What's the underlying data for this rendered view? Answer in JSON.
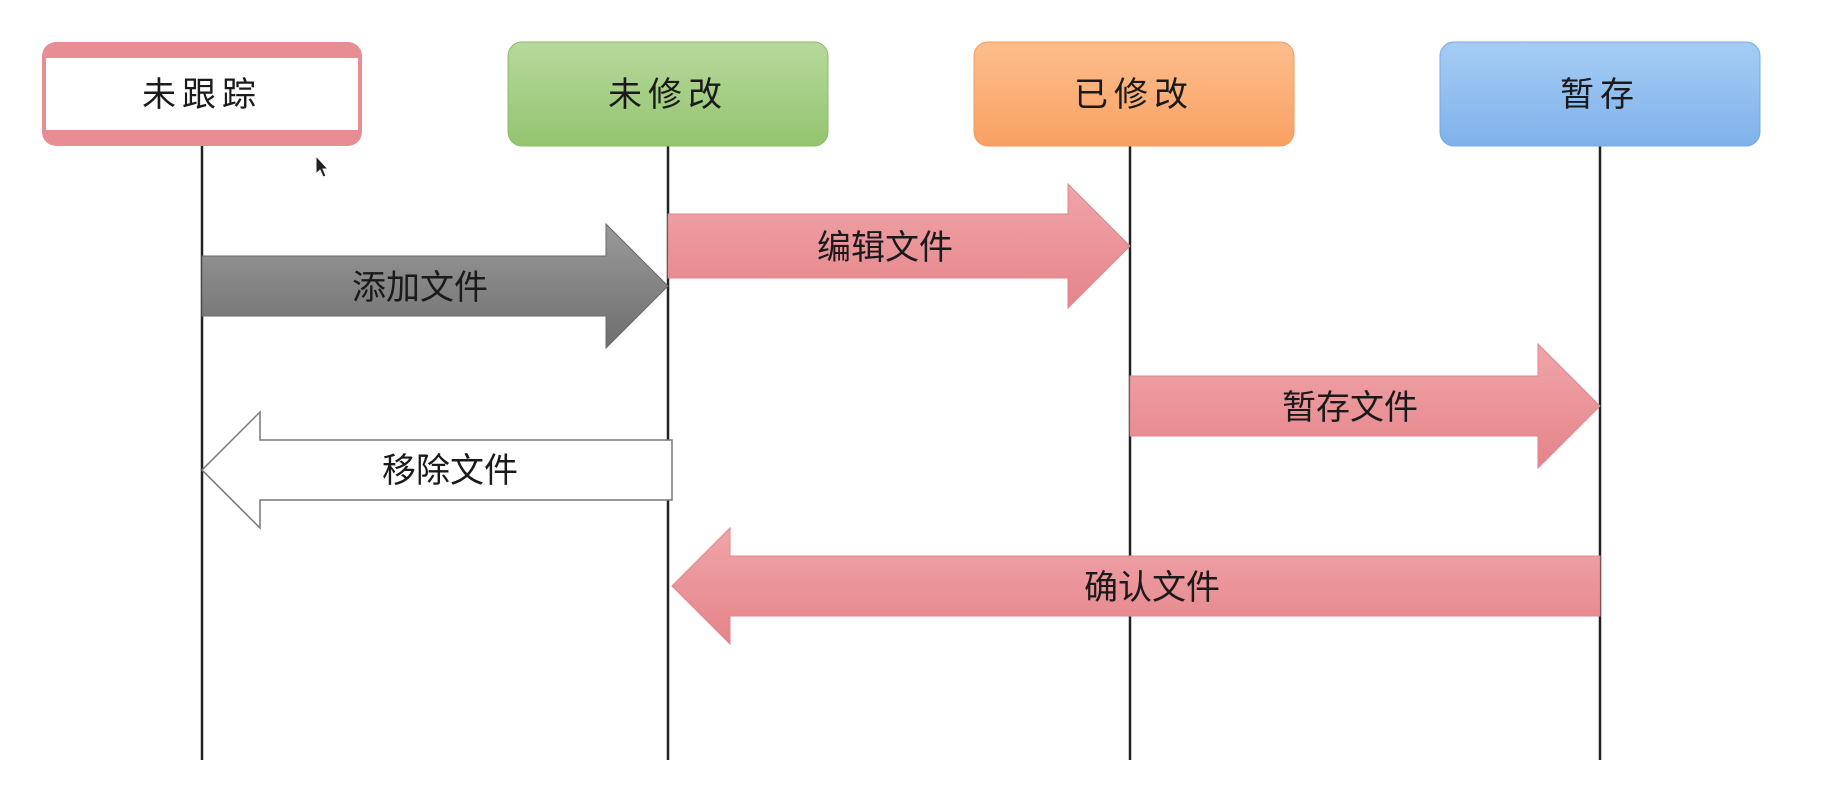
{
  "states": [
    {
      "id": "untracked",
      "label": "未跟踪"
    },
    {
      "id": "unmodified",
      "label": "未修改"
    },
    {
      "id": "modified",
      "label": "已修改"
    },
    {
      "id": "staged",
      "label": "暂存"
    }
  ],
  "transitions": [
    {
      "id": "add",
      "label": "添加文件",
      "from": "untracked",
      "to": "unmodified"
    },
    {
      "id": "edit",
      "label": "编辑文件",
      "from": "unmodified",
      "to": "modified"
    },
    {
      "id": "stage",
      "label": "暂存文件",
      "from": "modified",
      "to": "staged"
    },
    {
      "id": "remove",
      "label": "移除文件",
      "from": "unmodified",
      "to": "untracked"
    },
    {
      "id": "commit",
      "label": "确认文件",
      "from": "staged",
      "to": "unmodified"
    }
  ],
  "colors": {
    "untracked_border": "#e38c92",
    "unmodified_fill": "#9cc77a",
    "modified_fill": "#fba66e",
    "staged_fill": "#86b6ec",
    "arrow_pink": "#e98b90",
    "arrow_gray": "#7a7a7a",
    "arrow_outline": "#777777"
  }
}
